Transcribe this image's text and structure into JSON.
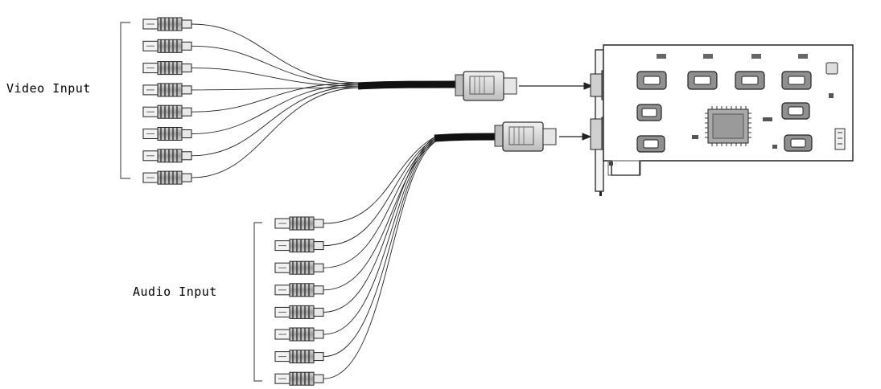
{
  "labels": {
    "video_input": "Video Input",
    "audio_input": "Audio Input"
  },
  "connectors": {
    "video_rca_count": 8,
    "audio_rca_count": 8,
    "breakout_plugs": 2,
    "card_ports": 2
  },
  "icons": [
    "rca-plug-icon",
    "db-connector-icon",
    "capture-card-icon",
    "chip-icon",
    "arrow-icon"
  ],
  "colors": {
    "line": "#000000",
    "plug_body": "#9a9a9a",
    "card": "#ffffff"
  }
}
